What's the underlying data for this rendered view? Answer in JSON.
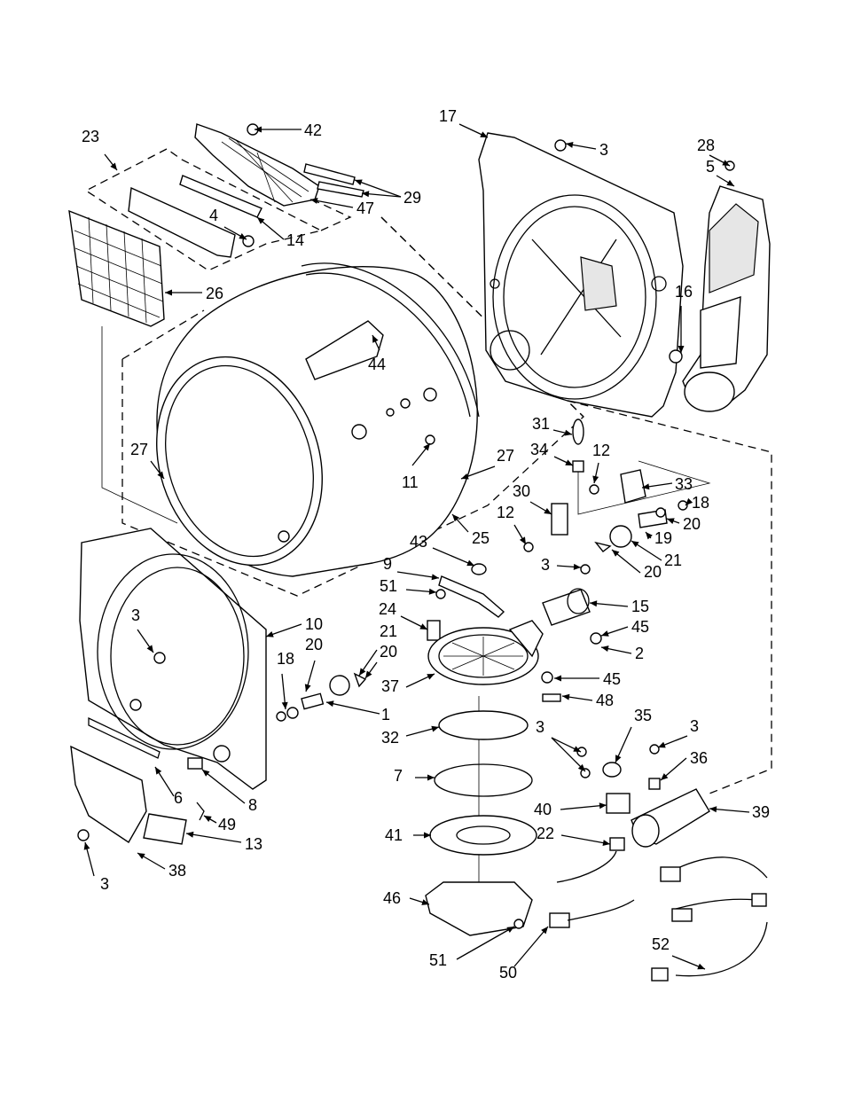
{
  "diagram": {
    "callouts": [
      {
        "id": "c42a",
        "text": "42"
      },
      {
        "id": "c23",
        "text": "23"
      },
      {
        "id": "c29",
        "text": "29"
      },
      {
        "id": "c47",
        "text": "47"
      },
      {
        "id": "c4",
        "text": "4"
      },
      {
        "id": "c14",
        "text": "14"
      },
      {
        "id": "c26",
        "text": "26"
      },
      {
        "id": "c44",
        "text": "44"
      },
      {
        "id": "c11",
        "text": "11"
      },
      {
        "id": "c27a",
        "text": "27"
      },
      {
        "id": "c27b",
        "text": "27"
      },
      {
        "id": "c25",
        "text": "25"
      },
      {
        "id": "c17",
        "text": "17"
      },
      {
        "id": "c3a",
        "text": "3"
      },
      {
        "id": "c28",
        "text": "28"
      },
      {
        "id": "c5",
        "text": "5"
      },
      {
        "id": "c16",
        "text": "16"
      },
      {
        "id": "c31",
        "text": "31"
      },
      {
        "id": "c34",
        "text": "34"
      },
      {
        "id": "c12a",
        "text": "12"
      },
      {
        "id": "c33",
        "text": "33"
      },
      {
        "id": "c18a",
        "text": "18"
      },
      {
        "id": "c20a",
        "text": "20"
      },
      {
        "id": "c19",
        "text": "19"
      },
      {
        "id": "c30",
        "text": "30"
      },
      {
        "id": "c12b",
        "text": "12"
      },
      {
        "id": "c21a",
        "text": "21"
      },
      {
        "id": "c20b",
        "text": "20"
      },
      {
        "id": "c43",
        "text": "43"
      },
      {
        "id": "c3b",
        "text": "3"
      },
      {
        "id": "c9",
        "text": "9"
      },
      {
        "id": "c51a",
        "text": "51"
      },
      {
        "id": "c24",
        "text": "24"
      },
      {
        "id": "c15",
        "text": "15"
      },
      {
        "id": "c45a",
        "text": "45"
      },
      {
        "id": "c2",
        "text": "2"
      },
      {
        "id": "c21b",
        "text": "21"
      },
      {
        "id": "c20c",
        "text": "20"
      },
      {
        "id": "c37",
        "text": "37"
      },
      {
        "id": "c45b",
        "text": "45"
      },
      {
        "id": "c48",
        "text": "48"
      },
      {
        "id": "c3c",
        "text": "3"
      },
      {
        "id": "c10",
        "text": "10"
      },
      {
        "id": "c20d",
        "text": "20"
      },
      {
        "id": "c18b",
        "text": "18"
      },
      {
        "id": "c1",
        "text": "1"
      },
      {
        "id": "c32",
        "text": "32"
      },
      {
        "id": "c35",
        "text": "35"
      },
      {
        "id": "c3d",
        "text": "3"
      },
      {
        "id": "c3e",
        "text": "3"
      },
      {
        "id": "c36",
        "text": "36"
      },
      {
        "id": "c6",
        "text": "6"
      },
      {
        "id": "c8",
        "text": "8"
      },
      {
        "id": "c7",
        "text": "7"
      },
      {
        "id": "c40",
        "text": "40"
      },
      {
        "id": "c39",
        "text": "39"
      },
      {
        "id": "c49",
        "text": "49"
      },
      {
        "id": "c13",
        "text": "13"
      },
      {
        "id": "c41",
        "text": "41"
      },
      {
        "id": "c22",
        "text": "22"
      },
      {
        "id": "c3f",
        "text": "3"
      },
      {
        "id": "c38",
        "text": "38"
      },
      {
        "id": "c46",
        "text": "46"
      },
      {
        "id": "c51b",
        "text": "51"
      },
      {
        "id": "c50",
        "text": "50"
      },
      {
        "id": "c52",
        "text": "52"
      }
    ]
  }
}
